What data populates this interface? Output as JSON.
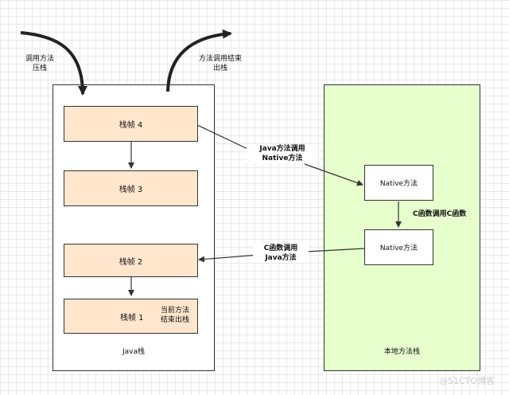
{
  "stacks": {
    "java_label": "Java栈",
    "native_label": "本地方法栈"
  },
  "frames": [
    {
      "label": "栈帧 4"
    },
    {
      "label": "栈帧 3"
    },
    {
      "label": "栈帧 2"
    },
    {
      "label": "栈帧 1"
    }
  ],
  "current_note": {
    "line1": "当前方法",
    "line2": "结束出栈"
  },
  "native_methods": [
    {
      "label": "Native方法"
    },
    {
      "label": "Native方法"
    }
  ],
  "annotations": {
    "push": {
      "line1": "调用方法",
      "line2": "压栈"
    },
    "pop": {
      "line1": "方法调用结束",
      "line2": "出栈"
    },
    "java_to_native": {
      "line1": "Java方法调用",
      "line2": "Native方法"
    },
    "c_calls_c": "C函数调用C函数",
    "c_to_java": {
      "line1": "C函数调用",
      "line2": "Java方法"
    }
  },
  "watermark": "@51CTO博客"
}
